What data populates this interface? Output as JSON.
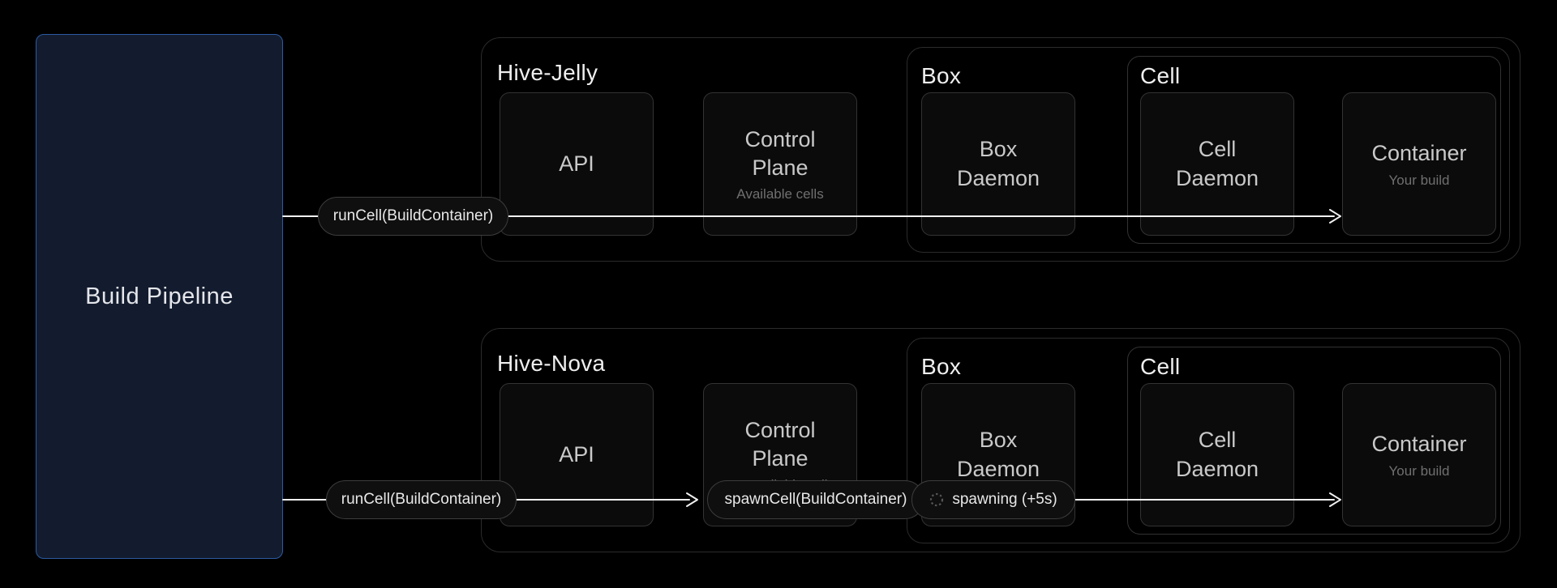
{
  "diagram": {
    "source": {
      "title": "Build Pipeline"
    },
    "hives": [
      {
        "name": "Hive-Jelly",
        "api": {
          "label": "API"
        },
        "control_plane": {
          "label": "Control Plane",
          "subtitle": "Available cells"
        },
        "box": {
          "name": "Box",
          "daemon": {
            "label": "Box Daemon"
          },
          "cell": {
            "name": "Cell",
            "daemon": {
              "label": "Cell Daemon"
            },
            "container": {
              "label": "Container",
              "subtitle": "Your build"
            }
          }
        }
      },
      {
        "name": "Hive-Nova",
        "api": {
          "label": "API"
        },
        "control_plane": {
          "label": "Control Plane",
          "subtitle": "not available cells"
        },
        "box": {
          "name": "Box",
          "daemon": {
            "label": "Box Daemon"
          },
          "cell": {
            "name": "Cell",
            "daemon": {
              "label": "Cell Daemon"
            },
            "container": {
              "label": "Container",
              "subtitle": "Your build"
            }
          }
        }
      }
    ],
    "calls": {
      "run_cell_top": "runCell(BuildContainer)",
      "run_cell_bottom": "runCell(BuildContainer)",
      "spawn_cell": "spawnCell(BuildContainer)",
      "spawning": "spawning (+5s)",
      "spinner_icon": "spinner-icon"
    },
    "colors": {
      "background": "#000000",
      "pipeline_fill": "#131c2f",
      "pipeline_border": "#2c5aa0",
      "group_border": "#2b2b2b",
      "node_fill": "#0b0b0b",
      "node_border": "#333333",
      "section_label": "#efefef",
      "node_label": "#c9c9c9",
      "subtitle": "#6f6f6f",
      "pill_fill": "#0f0f0f",
      "pill_border": "#3d3d3d",
      "arrow": "#f1f1f1"
    }
  }
}
